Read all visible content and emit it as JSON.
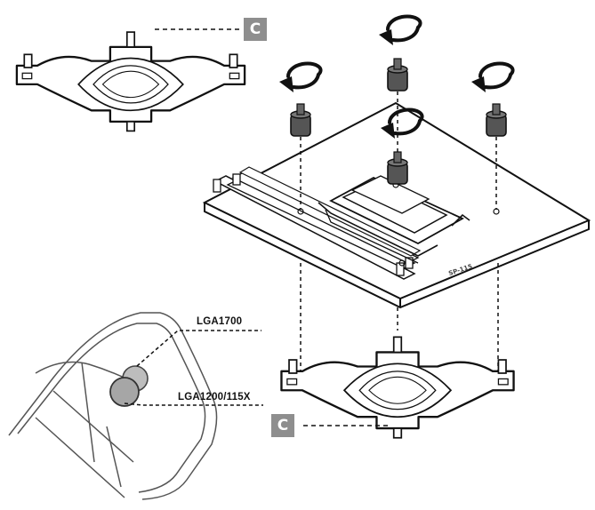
{
  "callouts": {
    "top": "C",
    "bottom": "C"
  },
  "labels": {
    "socket_a": "LGA1700",
    "socket_b": "LGA1200/115X"
  },
  "board": {
    "silkscreen": "SP-115"
  },
  "icons": {
    "rotation": "counter-clockwise-arrow-icon",
    "standoff": "standoff-icon",
    "bracket": "backplate-bracket-icon"
  },
  "colors": {
    "line": "#111111",
    "callout_bg": "#8e8e8e",
    "standoff_fill": "#555555",
    "socket_disk": "#a6a6a6"
  }
}
